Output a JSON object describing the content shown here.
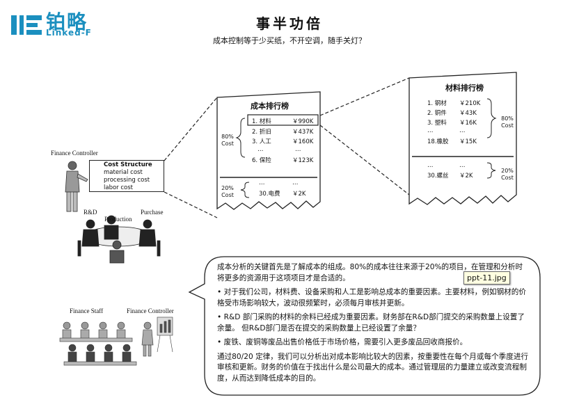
{
  "logo": {
    "cn": "铂略",
    "en": "Linked-F"
  },
  "header": {
    "title": "事半功倍",
    "subtitle": "成本控制等于少买纸，不开空调，随手关灯？"
  },
  "scene_top": {
    "finance_controller": "Finance Controller",
    "board_title": "Cost Structure",
    "board_lines": [
      "material cost",
      "processing cost",
      "labor cost"
    ],
    "rnd": "R&D",
    "production": "Production",
    "purchase": "Purchase"
  },
  "scene_bottom": {
    "finance_staff": "Finance Staff",
    "finance_controller": "Finance Controller"
  },
  "cost_ranking": {
    "title": "成本排行榜",
    "top_items": [
      {
        "name": "1. 材料",
        "value": "￥990K"
      },
      {
        "name": "2. 折旧",
        "value": "￥437K"
      },
      {
        "name": "3. 人工",
        "value": "￥160K"
      },
      {
        "name": "…",
        "value": "…"
      },
      {
        "name": "6. 保险",
        "value": "￥123K"
      }
    ],
    "top_label": [
      "80%",
      "Cost"
    ],
    "bottom_items": [
      {
        "name": "…",
        "value": "…"
      },
      {
        "name": "30.电费",
        "value": "￥2K"
      }
    ],
    "bottom_label": [
      "20%",
      "Cost"
    ]
  },
  "material_ranking": {
    "title": "材料排行榜",
    "top_items": [
      {
        "name": "1. 钢材",
        "value": "￥210K"
      },
      {
        "name": "2. 铜件",
        "value": "￥43K"
      },
      {
        "name": "3. 塑料",
        "value": "￥16K"
      },
      {
        "name": "…",
        "value": "…"
      },
      {
        "name": "18.橡胶",
        "value": "￥15K"
      }
    ],
    "top_label": [
      "80%",
      "Cost"
    ],
    "bottom_items": [
      {
        "name": "…",
        "value": "…"
      },
      {
        "name": "30.螺丝",
        "value": "￥2K"
      }
    ],
    "bottom_label": [
      "20%",
      "Cost"
    ]
  },
  "callout": {
    "paragraphs": [
      "成本分析的关键首先是了解成本的组成。80%的成本往往来源于20%的项目，在管理和分析时将更多的资源用于这项项目才是合适的。",
      "• 对于我们公司，材料费、设备采购和人工是影响总成本的重要因素。主要材料，例如钢材的价格受市场影响较大，波动很频繁时，必须每月审核并更新。",
      "• R&D 部门采购的材料的余料已经成为重要因素。财务部在R&D部门提交的采购数量上设置了余量。 但R&D部门是否在提交的采购数量上已经设置了余量？",
      "• 废铁、废铜等废品出售价格低于市场价格，需要引入更多废品回收商报价。",
      "通过80/20 定律，我们可以分析出对成本影响比较大的因素，按重要性在每个月或每个季度进行审核和更新。财务的价值在于找出什么是公司最大的成本。通过管理层的力量建立或改变流程制度，从而达到降低成本的目的。"
    ]
  },
  "tooltip": "ppt-11.jpg"
}
